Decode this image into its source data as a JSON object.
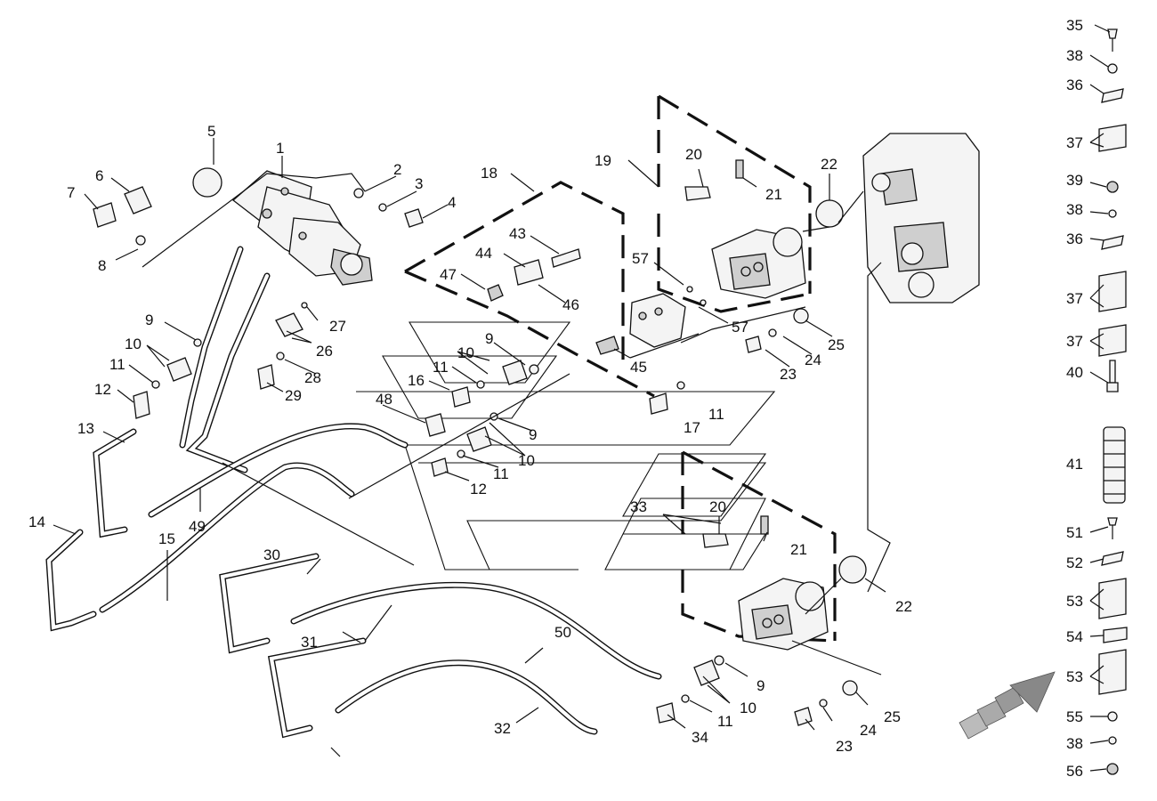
{
  "labels": {
    "p1": "1",
    "p2": "2",
    "p3": "3",
    "p4": "4",
    "p5": "5",
    "p6": "6",
    "p7": "7",
    "p8": "8",
    "p9a": "9",
    "p9b": "9",
    "p9c": "9",
    "p9d": "9",
    "p10a": "10",
    "p10b": "10",
    "p10c": "10",
    "p10d": "10",
    "p11a": "11",
    "p11b": "11",
    "p11c": "11",
    "p11d": "11",
    "p11e": "11",
    "p12a": "12",
    "p12b": "12",
    "p13": "13",
    "p14": "14",
    "p15": "15",
    "p16": "16",
    "p17": "17",
    "p18": "18",
    "p19": "19",
    "p20a": "20",
    "p20b": "20",
    "p21a": "21",
    "p21b": "21",
    "p22a": "22",
    "p22b": "22",
    "p23a": "23",
    "p23b": "23",
    "p24a": "24",
    "p24b": "24",
    "p25a": "25",
    "p25b": "25",
    "p26": "26",
    "p27": "27",
    "p28": "28",
    "p29": "29",
    "p30": "30",
    "p31": "31",
    "p32": "32",
    "p33": "33",
    "p34": "34",
    "p35": "35",
    "p38a": "38",
    "p36a": "36",
    "p37a": "37",
    "p39": "39",
    "p38b": "38",
    "p36b": "36",
    "p37b": "37",
    "p37c": "37",
    "p40": "40",
    "p41": "41",
    "p51": "51",
    "p52": "52",
    "p53a": "53",
    "p54": "54",
    "p53b": "53",
    "p55": "55",
    "p38c": "38",
    "p56": "56",
    "p43": "43",
    "p44": "44",
    "p45": "45",
    "p46": "46",
    "p47": "47",
    "p48": "48",
    "p49": "49",
    "p50": "50",
    "p57a": "57",
    "p57b": "57"
  },
  "icons": {
    "watermark": "stylized-logo-watermark",
    "direction": "front-direction-arrow-icon"
  }
}
